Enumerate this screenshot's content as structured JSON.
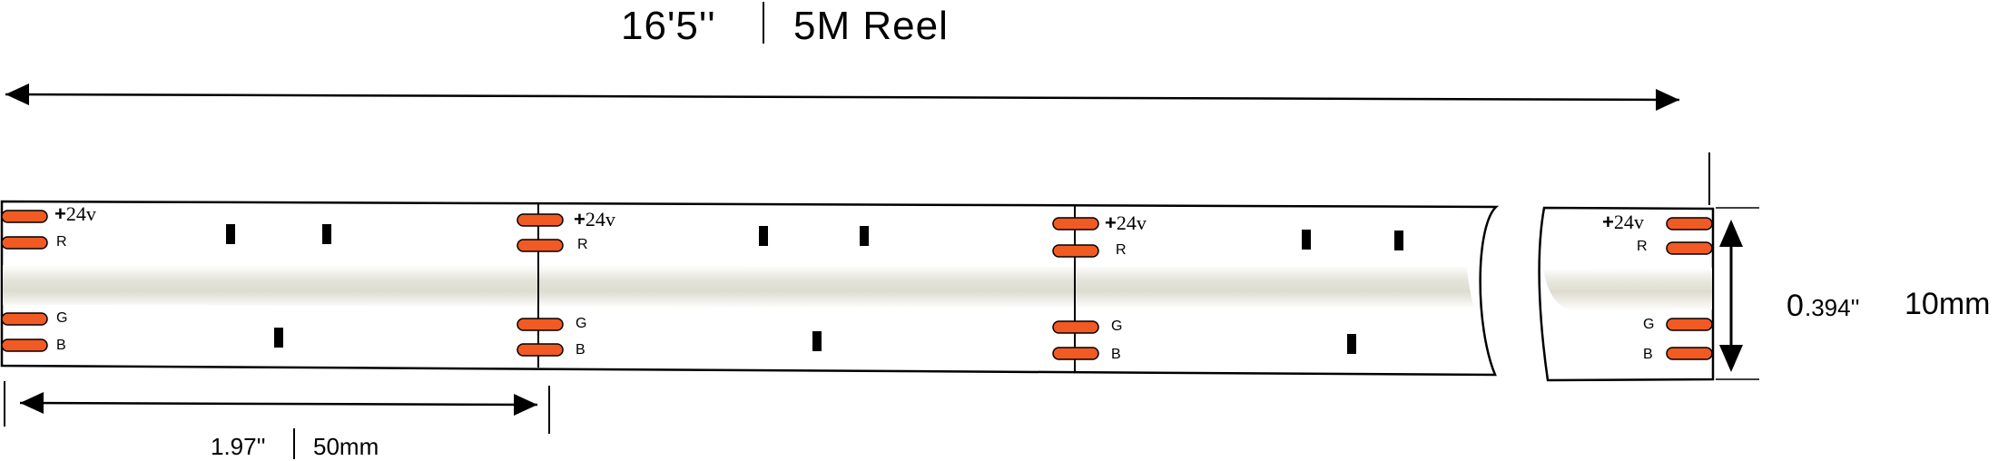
{
  "dimensions": {
    "reel_length_imperial": "16'5''",
    "reel_length_metric": "5M  Reel",
    "cut_length_imperial": "1.97''",
    "cut_length_metric": "50mm",
    "width_prefix": "0",
    "width_imperial": ".394''",
    "width_metric": "10mm"
  },
  "pads": {
    "power_plus": "+",
    "power_voltage": "24v",
    "red": "R",
    "green": "G",
    "blue": "B"
  },
  "colors": {
    "pad_fill": "#f15a22",
    "outline": "#000000",
    "strip_fill": "#ffffff",
    "diffuser_center": "#dcdcd0"
  }
}
